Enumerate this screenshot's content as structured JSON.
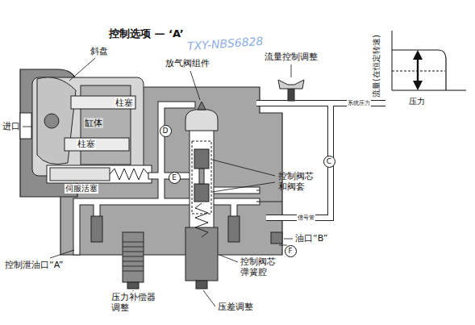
{
  "diagram": {
    "title": "控制选项 — ‘A’",
    "nodes": [
      {
        "text": [
          "D"
        ]
      },
      {
        "text": [
          "E"
        ]
      },
      {
        "text": [
          "C"
        ]
      },
      {
        "text": [
          "F"
        ]
      }
    ],
    "labels": [
      "斜盘",
      "柱塞",
      "缸体",
      "柱塞",
      "进口",
      "伺服活塞",
      "放气阀组件",
      "流量控制调整",
      "系统压力",
      "控制阀芯 和阀套",
      "信号管",
      "油口“B”",
      "控制泄油口“A”",
      "压力补偿器 调整",
      "控制阀芯 弹簧腔",
      "压差调整",
      "流量(在恒定转速)",
      "压力",
      "TXY-NBS6828"
    ]
  }
}
